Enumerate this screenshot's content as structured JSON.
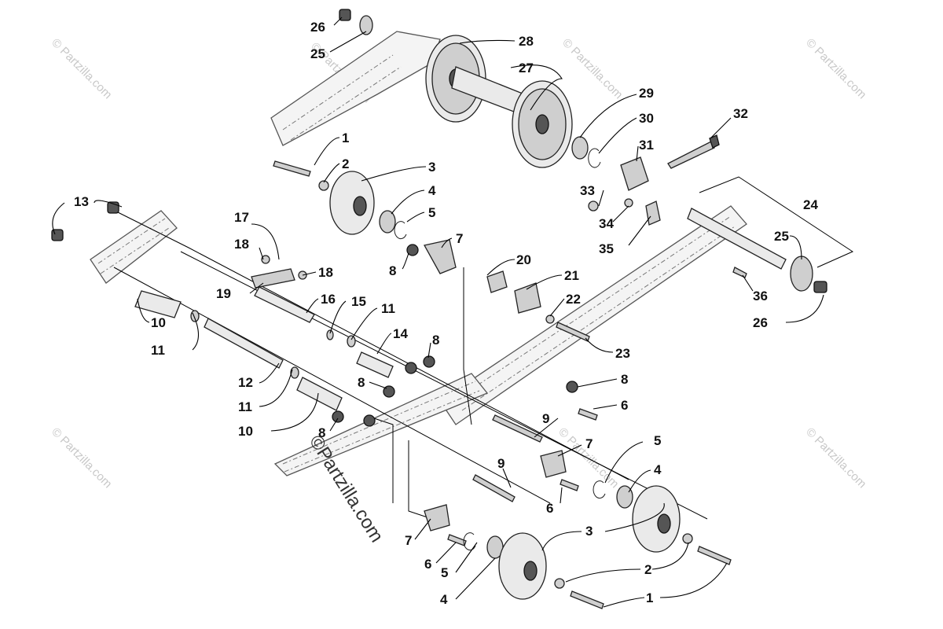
{
  "diagram": {
    "watermark_text": "© Partzilla.com",
    "watermark_main": "©Partzilla.com",
    "callout_labels": {
      "c1a": "1",
      "c1b": "1",
      "c2a": "2",
      "c2b": "2",
      "c3a": "3",
      "c3b": "3",
      "c4a": "4",
      "c4b": "4",
      "c4c": "4",
      "c5a": "5",
      "c5b": "5",
      "c5c": "5",
      "c6a": "6",
      "c6b": "6",
      "c6c": "6",
      "c7a": "7",
      "c7b": "7",
      "c7c": "7",
      "c8a": "8",
      "c8b": "8",
      "c8c": "8",
      "c8d": "8",
      "c8e": "8",
      "c9a": "9",
      "c9b": "9",
      "c10a": "10",
      "c10b": "10",
      "c11a": "11",
      "c11b": "11",
      "c11c": "11",
      "c12": "12",
      "c13": "13",
      "c14": "14",
      "c15": "15",
      "c16": "16",
      "c17": "17",
      "c18a": "18",
      "c18b": "18",
      "c19": "19",
      "c20": "20",
      "c21": "21",
      "c22": "22",
      "c23": "23",
      "c24": "24",
      "c25a": "25",
      "c25b": "25",
      "c26a": "26",
      "c26b": "26",
      "c27": "27",
      "c28": "28",
      "c29": "29",
      "c30": "30",
      "c31": "31",
      "c32": "32",
      "c33": "33",
      "c34": "34",
      "c35": "35",
      "c36": "36"
    }
  }
}
